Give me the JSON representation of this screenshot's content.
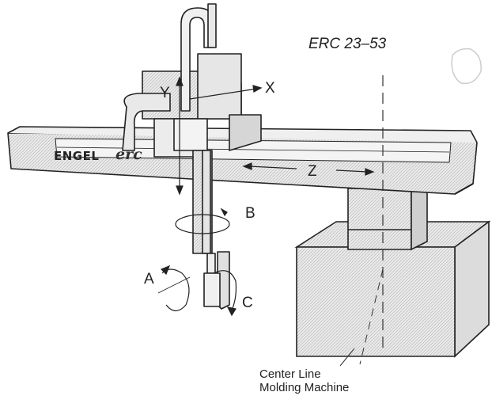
{
  "diagram": {
    "model_label": "ERC 23–53",
    "brand": {
      "name": "ENGEL",
      "product": "erc"
    },
    "axes": {
      "x": "X",
      "y": "Y",
      "z": "Z",
      "a": "A",
      "b": "B",
      "c": "C"
    },
    "caption": {
      "line1": "Center Line",
      "line2": "Molding Machine"
    }
  }
}
